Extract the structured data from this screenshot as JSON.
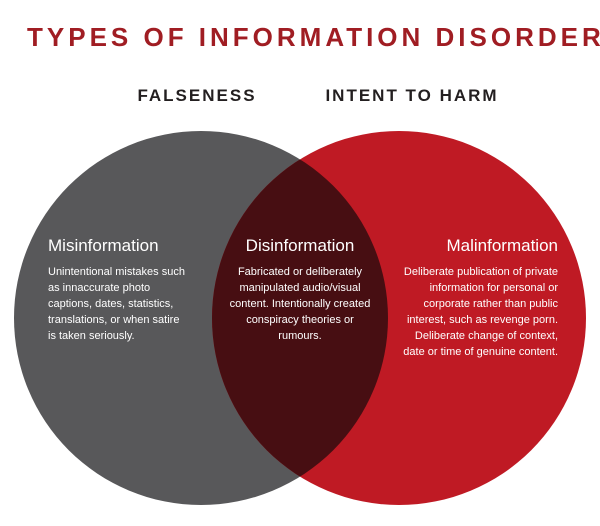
{
  "title": "TYPES OF INFORMATION DISORDER",
  "labels": {
    "left": "FALSENESS",
    "right": "INTENT TO HARM"
  },
  "venn": {
    "left": {
      "heading": "Misinformation",
      "description": "Unintentional mistakes such as innaccurate photo captions, dates, statistics, translations, or when satire is taken seriously."
    },
    "middle": {
      "heading": "Disinformation",
      "description": "Fabricated or deliberately manipulated audio/visual content. Intentionally created conspiracy theories or rumours."
    },
    "right": {
      "heading": "Malinformation",
      "description": "Deliberate publication of private information for personal or corporate rather than public interest, such as revenge porn. Deliberate change of context, date or time of genuine content."
    }
  },
  "colors": {
    "title": "#a01d23",
    "column_labels": "#231f20",
    "left_circle": "#58585a",
    "right_circle": "#bf1a24",
    "overlap": "#470e12",
    "circle_text": "#ffffff"
  }
}
